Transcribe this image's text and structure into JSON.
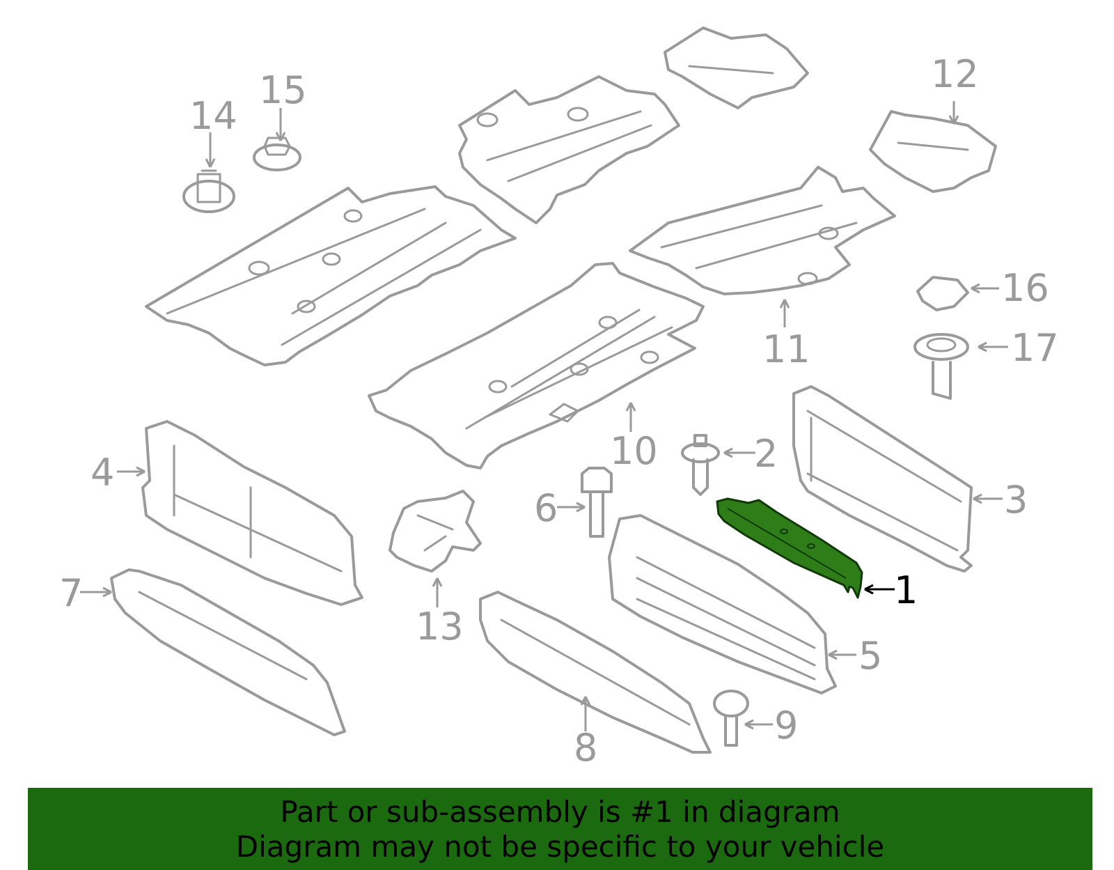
{
  "diagram": {
    "callouts": [
      "1",
      "2",
      "3",
      "4",
      "5",
      "6",
      "7",
      "8",
      "9",
      "10",
      "11",
      "12",
      "13",
      "14",
      "15",
      "16",
      "17"
    ],
    "highlighted_part": "1",
    "highlight_color": "#1b6a0f",
    "line_color": "#9a9a9a"
  },
  "banner": {
    "line1": "Part or sub-assembly is #1 in diagram",
    "line2": "Diagram may not be specific to your vehicle",
    "background": "#1b6a0f"
  }
}
